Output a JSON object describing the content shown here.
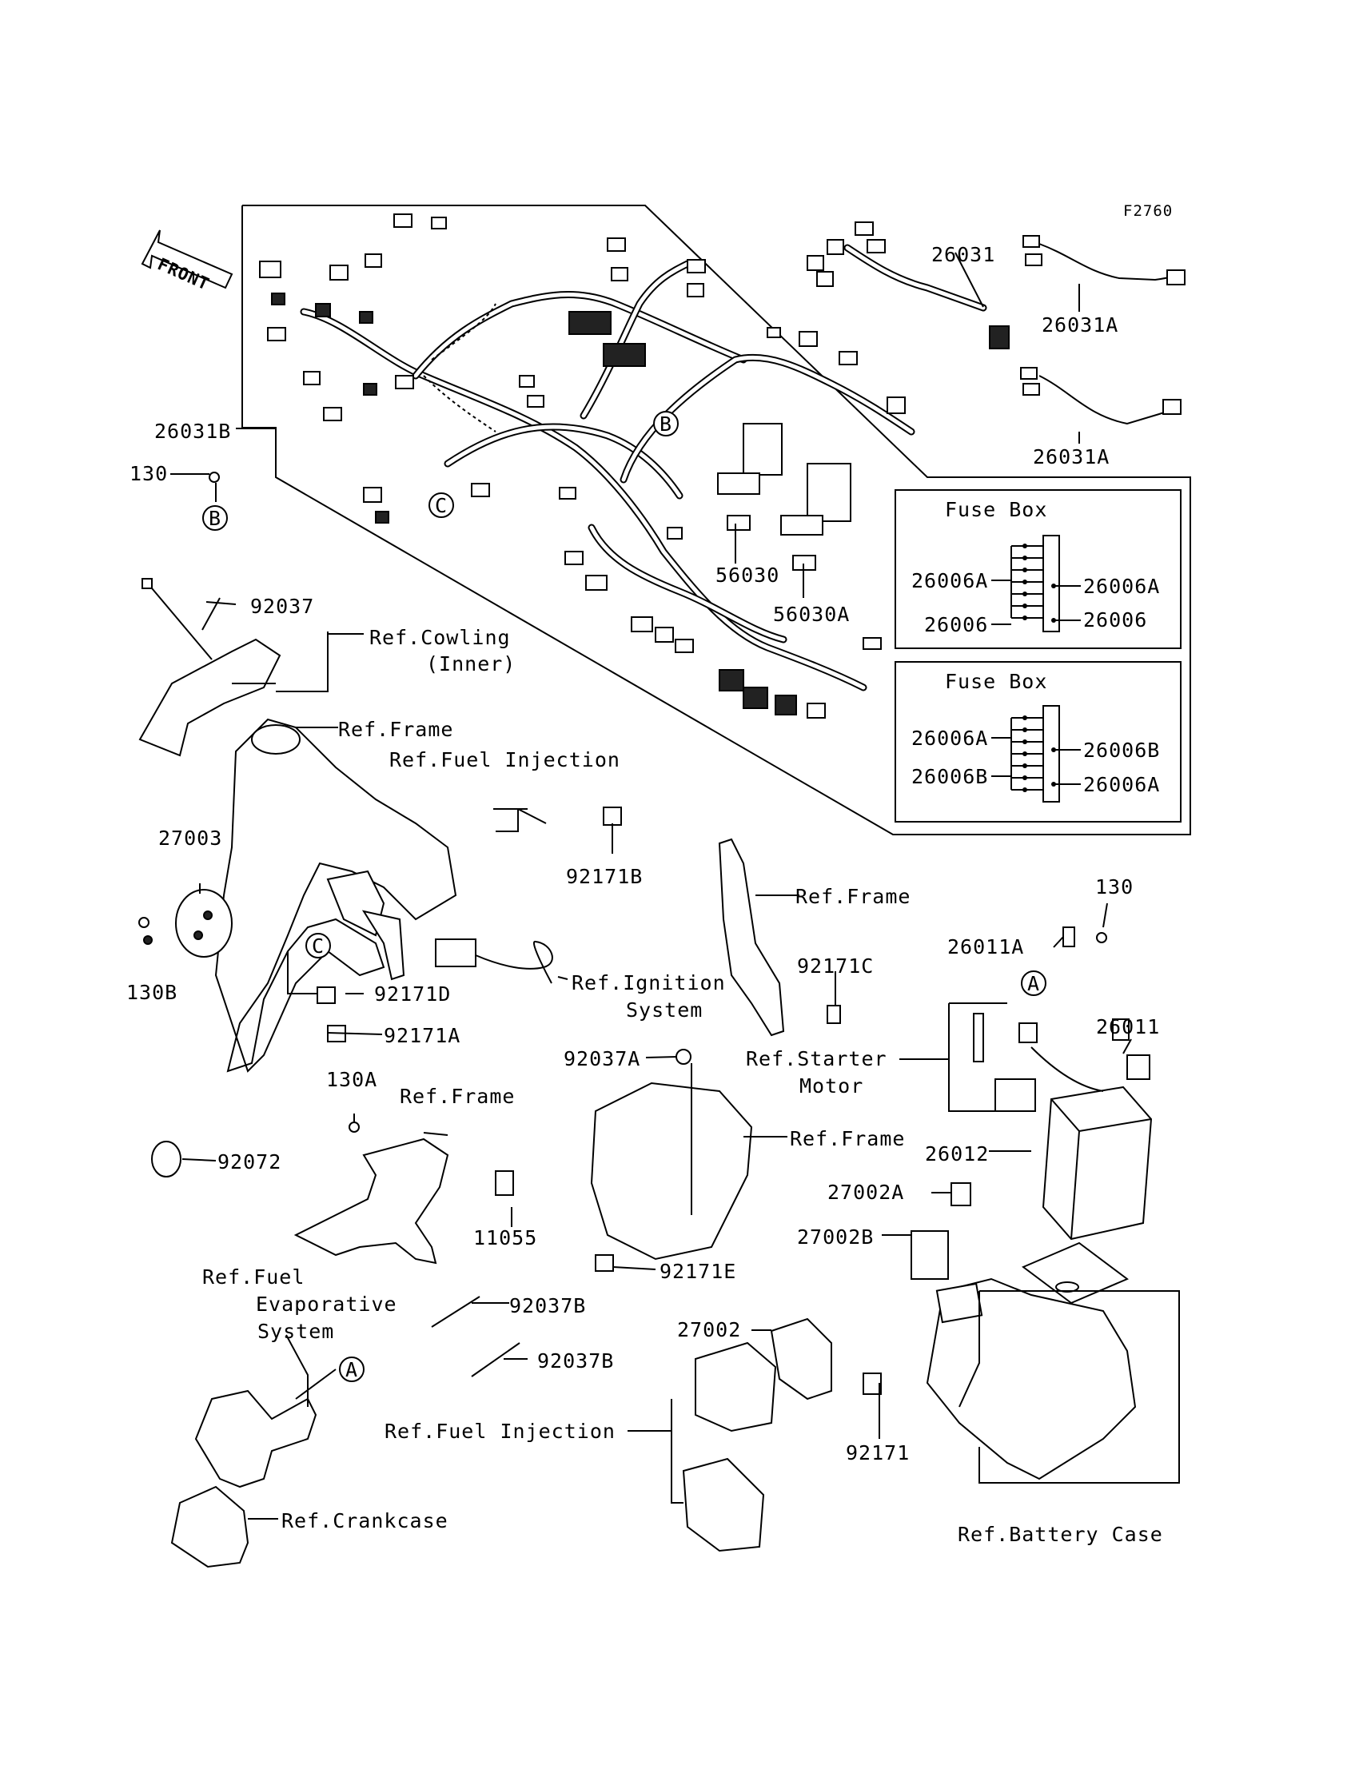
{
  "figure_code": "F2760",
  "front_arrow_label": "FRONT",
  "callouts": {
    "p26031": "26031",
    "p26031A_1": "26031A",
    "p26031A_2": "26031A",
    "p26031B": "26031B",
    "p130_top": "130",
    "p56030": "56030",
    "p56030A": "56030A",
    "p92037": "92037",
    "p27003": "27003",
    "p130B": "130B",
    "p92171D": "92171D",
    "p92171A": "92171A",
    "p92171B": "92171B",
    "p92171C": "92171C",
    "p130_right": "130",
    "p26011A": "26011A",
    "p26011": "26011",
    "p92037A": "92037A",
    "p26012": "26012",
    "p27002A": "27002A",
    "p27002B": "27002B",
    "p130A": "130A",
    "p92072": "92072",
    "p11055": "11055",
    "p92171E": "92171E",
    "p92037B_1": "92037B",
    "p92037B_2": "92037B",
    "p27002": "27002",
    "p92171": "92171"
  },
  "references": {
    "cowling_1": "Ref.Cowling",
    "cowling_2": "(Inner)",
    "frame_1": "Ref.Frame",
    "fuel_injection_1": "Ref.Fuel Injection",
    "frame_2": "Ref.Frame",
    "ignition_1": "Ref.Ignition",
    "ignition_2": "System",
    "starter_1": "Ref.Starter",
    "starter_2": "Motor",
    "frame_3": "Ref.Frame",
    "frame_4": "Ref.Frame",
    "fuel_evap_1": "Ref.Fuel",
    "fuel_evap_2": "Evaporative",
    "fuel_evap_3": "System",
    "fuel_injection_2": "Ref.Fuel Injection",
    "crankcase": "Ref.Crankcase",
    "battery_case": "Ref.Battery Case"
  },
  "markers": {
    "A1": "A",
    "A2": "A",
    "B1": "B",
    "B2": "B",
    "C1": "C",
    "C2": "C"
  },
  "fuse_box_1": {
    "title": "Fuse Box",
    "left_top": "26006A",
    "left_bottom": "26006",
    "right_top": "26006A",
    "right_bottom": "26006"
  },
  "fuse_box_2": {
    "title": "Fuse Box",
    "left_top": "26006A",
    "left_bottom": "26006B",
    "right_top": "26006B",
    "right_bottom": "26006A"
  }
}
